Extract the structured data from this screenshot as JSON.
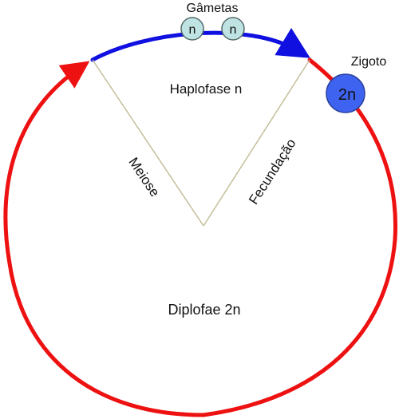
{
  "labels": {
    "gametes": "Gâmetas",
    "gamete_1": "n",
    "gamete_2": "n",
    "zygote": "Zigoto",
    "zygote_ploidy": "2n",
    "haplophase": "Haplofase n",
    "meiosis": "Meiose",
    "fertilization": "Fecundação",
    "diplophase": "Diplofae 2n"
  },
  "colors": {
    "haplophase_arc": "#1010e0",
    "diplophase_arc": "#ee1111",
    "gamete_fill": "#bfe3e3",
    "gamete_stroke": "#556b6b",
    "zygote_fill": "#3d63f0",
    "zygote_stroke": "#2a3f9a",
    "divider_lines": "#c4bf9a"
  }
}
